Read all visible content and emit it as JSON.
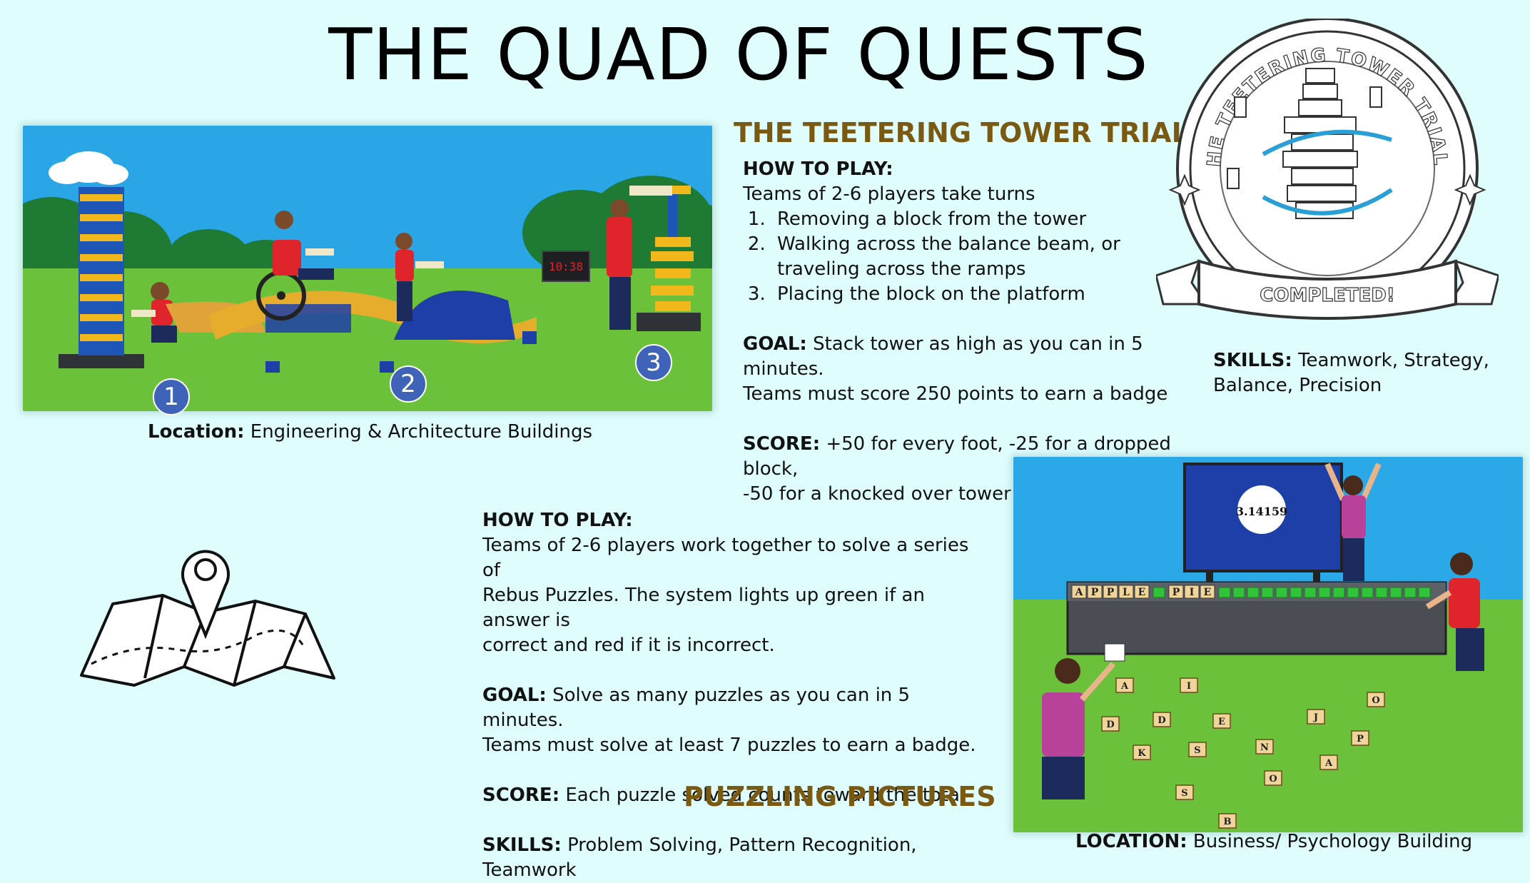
{
  "title": "THE QUAD OF QUESTS",
  "tower": {
    "name": "THE TEETERING TOWER TRIALS",
    "how_label": "HOW TO PLAY:",
    "intro": "Teams of 2-6 players take turns",
    "steps": [
      "Removing a block from the tower",
      "Walking across the balance beam, or traveling across the ramps",
      "Placing the block on the platform"
    ],
    "goal_label": "GOAL:",
    "goal_line1": "Stack tower as high as you can in 5 minutes.",
    "goal_line2": "Teams must score 250 points to earn a badge",
    "score_label": "SCORE:",
    "score_line1": "+50 for every foot, -25 for a dropped block,",
    "score_line2": "-50 for a knocked over tower",
    "skills_label": "SKILLS:",
    "skills_line1": "Teamwork, Strategy,",
    "skills_line2": "Balance, Precision",
    "location_label": "Location:",
    "location_value": "Engineering & Architecture Buildings",
    "markers": [
      "1",
      "2",
      "3"
    ],
    "timer": "10:38"
  },
  "badge": {
    "arc_text": "THE TEETERING TOWER TRIALS",
    "banner_text": "COMPLETED!"
  },
  "puzzle": {
    "name": "PUZZLING PICTURES",
    "how_label": "HOW TO PLAY:",
    "how_line1": "Teams of 2-6 players work together to solve a series of",
    "how_line2": "Rebus Puzzles. The system lights up green if an answer is",
    "how_line3": "correct and red if it is incorrect.",
    "goal_label": "GOAL:",
    "goal_line1": "Solve as many puzzles as you can in 5 minutes.",
    "goal_line2": "Teams must solve at least 7 puzzles to earn a badge.",
    "score_label": "SCORE:",
    "score_value": "Each puzzle solved counts toward the total",
    "skills_label": "SKILLS:",
    "skills_value": "Problem Solving, Pattern Recognition, Teamwork",
    "location_label": "LOCATION:",
    "location_value": "Business/ Psychology Building",
    "screen_text": "3.14159",
    "answer_letters": [
      "A",
      "P",
      "P",
      "L",
      "E",
      "P",
      "I",
      "E"
    ],
    "floor_letters": [
      "A",
      "I",
      "D",
      "E",
      "D",
      "O",
      "K",
      "S",
      "N",
      "J",
      "P",
      "A",
      "O",
      "S",
      "B"
    ]
  },
  "colors": {
    "background": "#dffdfd",
    "title_gold": "#7a5a12",
    "marker_blue": "#3f63b8"
  },
  "icons": [
    "map-pin-icon",
    "folded-map-icon",
    "star-sparkle-icon"
  ]
}
